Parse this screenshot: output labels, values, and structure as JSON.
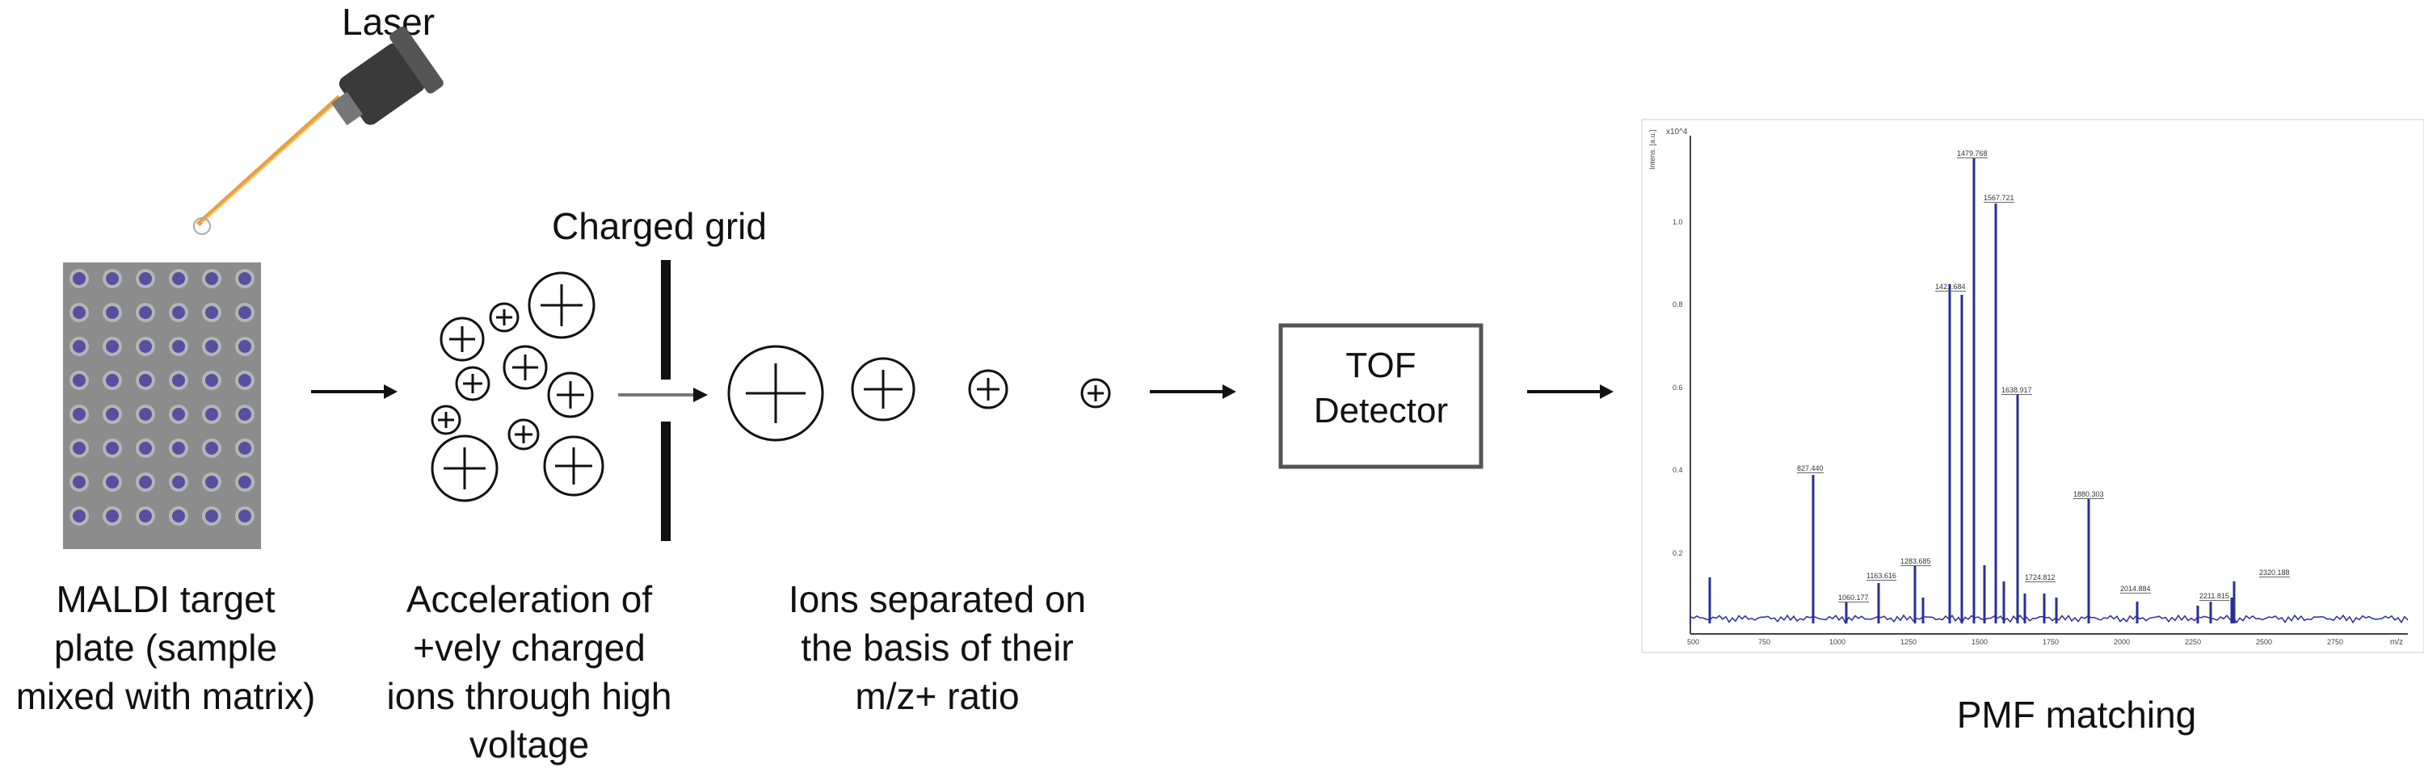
{
  "labels": {
    "laser": "Laser",
    "charged_grid": "Charged grid",
    "detector_line1": "TOF",
    "detector_line2": "Detector"
  },
  "captions": {
    "maldi": "MALDI target\nplate (sample\nmixed with matrix)",
    "acceleration": "Acceleration of\n+vely charged\nions through high\nvoltage",
    "separation": "Ions separated on\nthe basis of their\nm/z+ ratio",
    "pmf": "PMF matching"
  },
  "spectrum": {
    "y_unit_label": "Intens. [a.u.]",
    "y_scale_label": "x10^4",
    "x_unit_label": "m/z",
    "y_ticks": [
      "1.0",
      "0.8",
      "0.6",
      "0.4",
      "0.2"
    ],
    "x_ticks": [
      "500",
      "750",
      "1000",
      "1250",
      "1500",
      "1750",
      "2000",
      "2250",
      "2500",
      "2750"
    ],
    "peak_labels": [
      "827.440",
      "1060.177",
      "1163.616",
      "1283.685",
      "1421.684",
      "1479.768",
      "1567.721",
      "1638.917",
      "1724.812",
      "1880.303",
      "2014.884",
      "2211.815",
      "2320.188"
    ]
  },
  "colors": {
    "spectrum": "#2a2f96",
    "plate_well": "#5a4f9e",
    "plate_bg": "#8c8c8c",
    "laser_beam": "#e8a040"
  }
}
